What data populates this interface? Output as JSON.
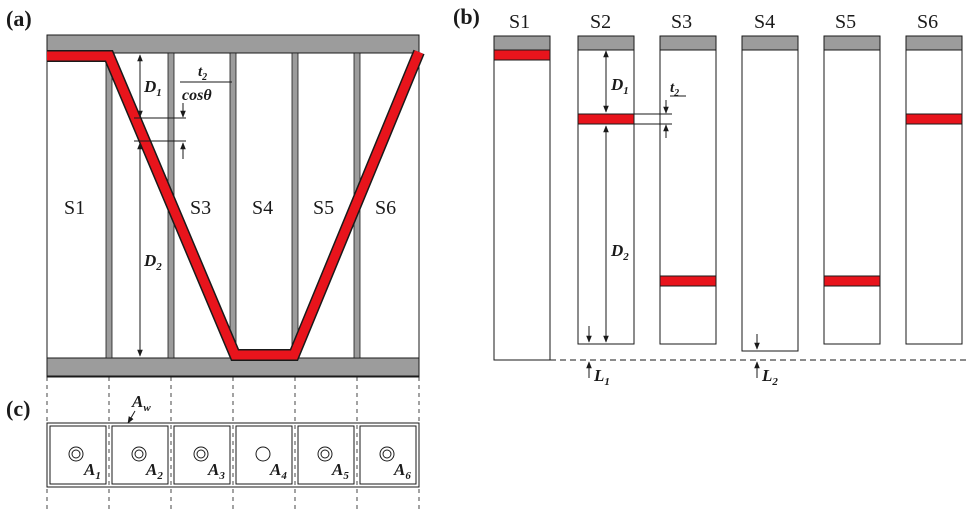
{
  "panels": {
    "a": "(a)",
    "b": "(b)",
    "c": "(c)"
  },
  "segments": [
    "S1",
    "S2",
    "S3",
    "S4",
    "S5",
    "S6"
  ],
  "panel_a": {
    "segment_labels": [
      "S1",
      "S3",
      "S4",
      "S5",
      "S6"
    ],
    "d1": {
      "main": "D",
      "sub": "1"
    },
    "d2": {
      "main": "D",
      "sub": "2"
    },
    "t_frac": {
      "num_main": "t",
      "num_sub": "2",
      "den": "cosθ"
    }
  },
  "panel_b": {
    "d1": {
      "main": "D",
      "sub": "1"
    },
    "d2": {
      "main": "D",
      "sub": "2"
    },
    "t2": {
      "main": "t",
      "sub": "2"
    },
    "l1": {
      "main": "L",
      "sub": "1"
    },
    "l2": {
      "main": "L",
      "sub": "2"
    }
  },
  "panel_c": {
    "aw": {
      "main": "A",
      "sub": "w"
    },
    "areas": [
      {
        "main": "A",
        "sub": "1"
      },
      {
        "main": "A",
        "sub": "2"
      },
      {
        "main": "A",
        "sub": "3"
      },
      {
        "main": "A",
        "sub": "4"
      },
      {
        "main": "A",
        "sub": "5"
      },
      {
        "main": "A",
        "sub": "6"
      }
    ]
  },
  "colors": {
    "red_layer": "#e8141c",
    "gray_wall": "#9c9c9c",
    "line": "#1a1a1a"
  }
}
